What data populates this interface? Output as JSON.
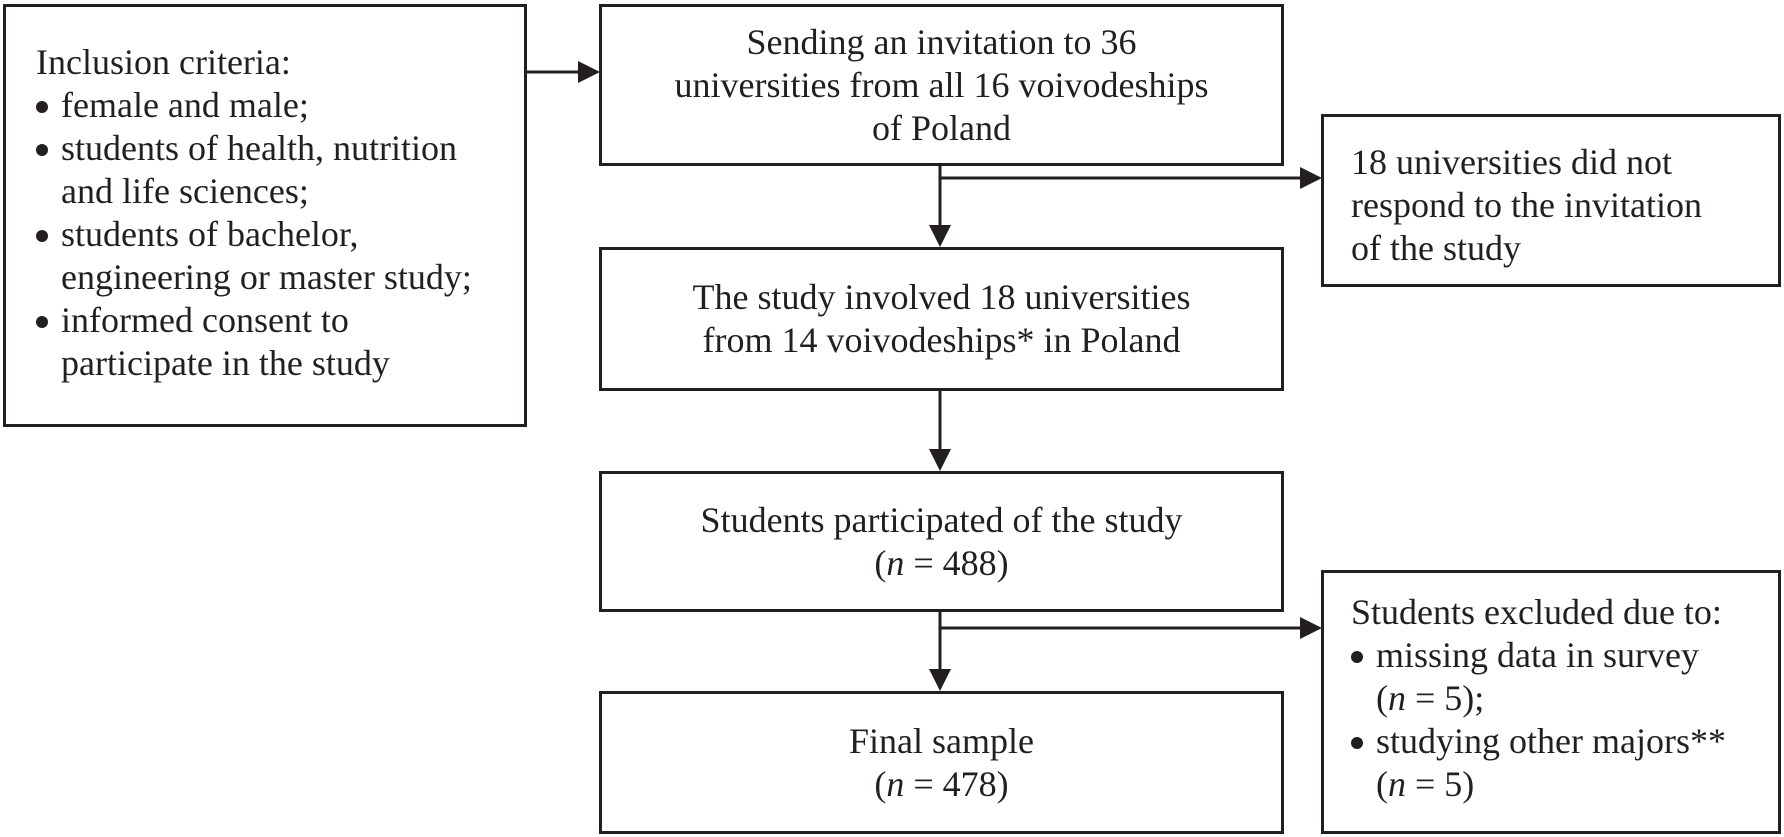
{
  "inclusion": {
    "title": "Inclusion criteria:",
    "items": [
      [
        "female and male;"
      ],
      [
        "students of health, nutrition",
        "and life sciences;"
      ],
      [
        "students of bachelor,",
        "engineering or master study;"
      ],
      [
        "informed consent to",
        "participate in the study"
      ]
    ]
  },
  "invitation": {
    "lines": [
      "Sending an invitation to 36",
      "universities from all 16 voivodeships",
      "of Poland"
    ]
  },
  "no_response": {
    "lines": [
      "18 universities did not",
      "respond to the invitation",
      "of the study"
    ]
  },
  "involved": {
    "lines": [
      "The study involved 18 universities",
      "from 14 voivodeships* in Poland"
    ]
  },
  "participated": {
    "line1": "Students participated of the study",
    "n_var": "n",
    "n_rest": " = 488)",
    "open": "("
  },
  "final": {
    "line1": "Final sample",
    "n_var": "n",
    "n_rest": " = 478)",
    "open": "("
  },
  "excluded": {
    "title": "Students excluded due to:",
    "item1": "missing data in survey",
    "item1_n_var": "n",
    "item1_n_rest": " = 5);",
    "item2": "studying other majors**",
    "item2_n_var": "n",
    "item2_n_rest": " = 5)",
    "open": "("
  },
  "colors": {
    "stroke": "#231f20",
    "background": "#ffffff"
  }
}
